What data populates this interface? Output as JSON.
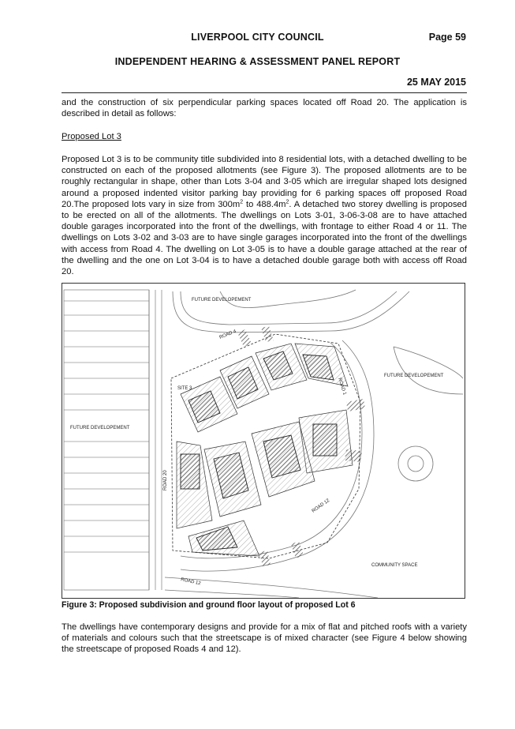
{
  "header": {
    "council": "LIVERPOOL CITY COUNCIL",
    "page": "Page 59",
    "report_title": "INDEPENDENT HEARING & ASSESSMENT PANEL REPORT",
    "date": "25 MAY 2015"
  },
  "body": {
    "intro": "and the construction of six perpendicular parking spaces located off Road 20. The application is described in detail as follows:",
    "subheading": "Proposed Lot 3",
    "para_a": "Proposed Lot 3 is to be community title subdivided into 8 residential lots, with a detached dwelling to be constructed on each of the proposed allotments (see Figure 3). The proposed allotments are to be roughly rectangular in shape, other than Lots 3-04 and 3-05 which are irregular shaped lots designed around a proposed indented visitor parking bay providing for 6 parking spaces off proposed Road 20.The proposed lots vary in size from 300m",
    "sup1": "2",
    "para_b": " to 488.4m",
    "sup2": "2",
    "para_c": ". A detached two storey dwelling is proposed to be erected on all of the allotments. The dwellings on Lots 3-01, 3-06-3-08 are to have attached double garages incorporated into the front of the dwellings, with frontage to either Road 4 or 11. The dwellings on Lots 3-02 and 3-03 are to have single garages incorporated into the front of the dwellings with access from Road 4. The dwelling on Lot 3-05 is to have a double garage attached at the rear of the dwelling and the one on Lot 3-04 is to have a detached double garage both with access off Road 20.",
    "closing": "The dwellings have contemporary designs and provide for a mix of flat and pitched roofs with a variety of materials and colours such that the streetscape is of mixed character (see Figure 4 below showing the streetscape of proposed Roads 4 and 12)."
  },
  "figure": {
    "caption": "Figure 3: Proposed subdivision and ground floor layout of proposed Lot 6",
    "labels": {
      "future_dev_top": "FUTURE DEVELOPEMENT",
      "future_dev_right": "FUTURE DEVELOPEMENT",
      "future_dev_left": "FUTURE DEVELOPEMENT",
      "road_4": "ROAD 4",
      "road_1": "ROAD 1",
      "site_3": "SITE 3",
      "road_20": "ROAD 20",
      "road_12": "ROAD 12",
      "road_12_bottom": "ROAD 12",
      "community_space": "COMMUNITY SPACE"
    }
  }
}
